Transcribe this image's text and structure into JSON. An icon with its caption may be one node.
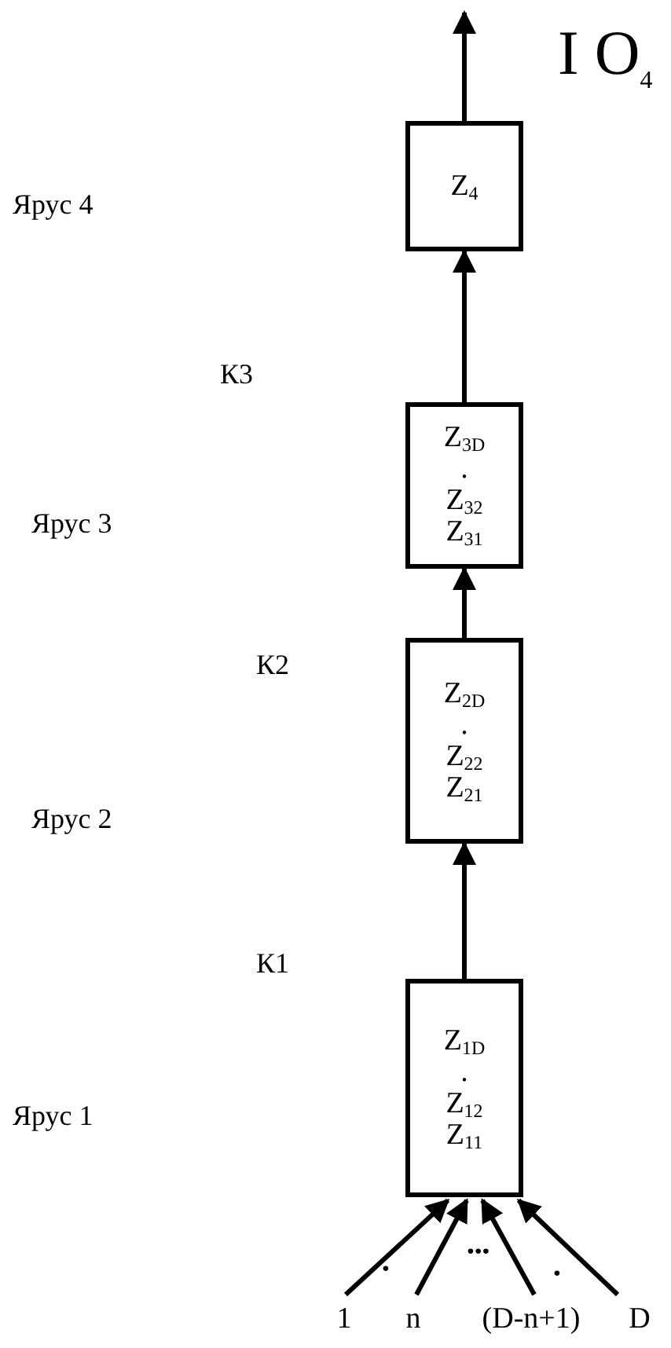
{
  "diagram": {
    "nodes": [
      {
        "text": [
          "Z$_{4}$"
        ]
      },
      {
        "text": [
          "Z$_{3D}$",
          ".",
          "Z$_{32}$",
          "Z$_{31}$"
        ]
      },
      {
        "text": [
          "Z$_{2D}$",
          ".",
          "Z$_{22}$",
          "Z$_{21}$"
        ]
      },
      {
        "text": [
          "Z$_{1D}$",
          ".",
          "Z$_{12}$",
          "Z$_{11}$"
        ]
      },
      {
        "text": [
          "1"
        ]
      },
      {
        "text": [
          "n"
        ]
      },
      {
        "text": [
          "(D-n+1)"
        ]
      },
      {
        "text": [
          "D"
        ]
      }
    ],
    "edges": [
      {
        "from": 0,
        "to": null,
        "arrow": "to"
      },
      {
        "from": 1,
        "to": 0,
        "arrow": "to"
      },
      {
        "from": 2,
        "to": 1,
        "arrow": "to"
      },
      {
        "from": 3,
        "to": 2,
        "arrow": "to"
      },
      {
        "from": 4,
        "to": 3,
        "arrow": "to"
      },
      {
        "from": 5,
        "to": 3,
        "arrow": "to"
      },
      {
        "from": 6,
        "to": 3,
        "arrow": "to"
      },
      {
        "from": 7,
        "to": 3,
        "arrow": "to"
      }
    ],
    "labels": [
      "I O$_{4}$",
      "Ярус 4",
      "К3",
      "Ярус 3",
      "К2",
      "Ярус 2",
      "К1",
      "Ярус 1",
      "•",
      "•••",
      "•"
    ]
  }
}
